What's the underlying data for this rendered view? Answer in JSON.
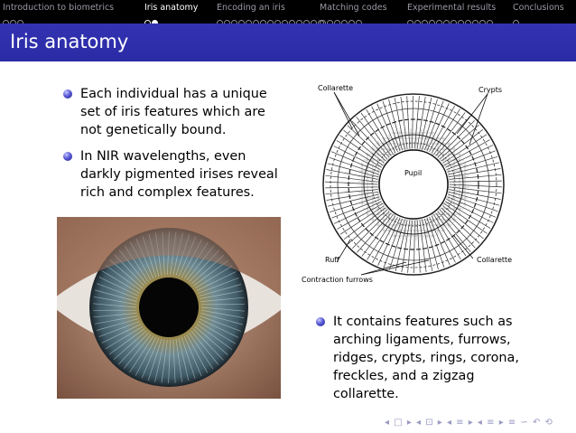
{
  "nav": {
    "sections": [
      {
        "label": "Introduction to biometrics",
        "dots": 3,
        "active": false
      },
      {
        "label": "Iris anatomy",
        "dots": 2,
        "active": true,
        "filled_index": 1
      },
      {
        "label": "Encoding an iris",
        "dots": 15,
        "active": false
      },
      {
        "label": "Matching codes",
        "dots": 6,
        "active": false
      },
      {
        "label": "Experimental results",
        "dots": 12,
        "active": false
      },
      {
        "label": "Conclusions",
        "dots": 1,
        "active": false
      }
    ]
  },
  "frame": {
    "title": "Iris anatomy"
  },
  "bullets_left": [
    "Each individual has a unique set of iris features which are not genetically bound.",
    "In NIR wavelengths, even darkly pigmented irises reveal rich and complex features."
  ],
  "bullets_right": [
    "It contains features such as arching ligaments, furrows, ridges, crypts, rings, corona, freckles, and a zigzag collarette."
  ],
  "diagram": {
    "labels": {
      "collarette_top": "Collarette",
      "crypts": "Crypts",
      "pupil": "Pupil",
      "ruff": "Ruff",
      "collarette_bottom": "Collarette",
      "contraction_furrows": "Contraction furrows"
    }
  },
  "footer_nav": "◂ □ ▸ ◂ ⊡ ▸ ◂ ≡ ▸ ◂ ≡ ▸ ≡ ∽ ↶ ⟲",
  "colors": {
    "navbar_bg": "#000000",
    "title_bg": "#3333b2",
    "title_text": "#ffffff",
    "bullet": "#3a3ac0"
  }
}
